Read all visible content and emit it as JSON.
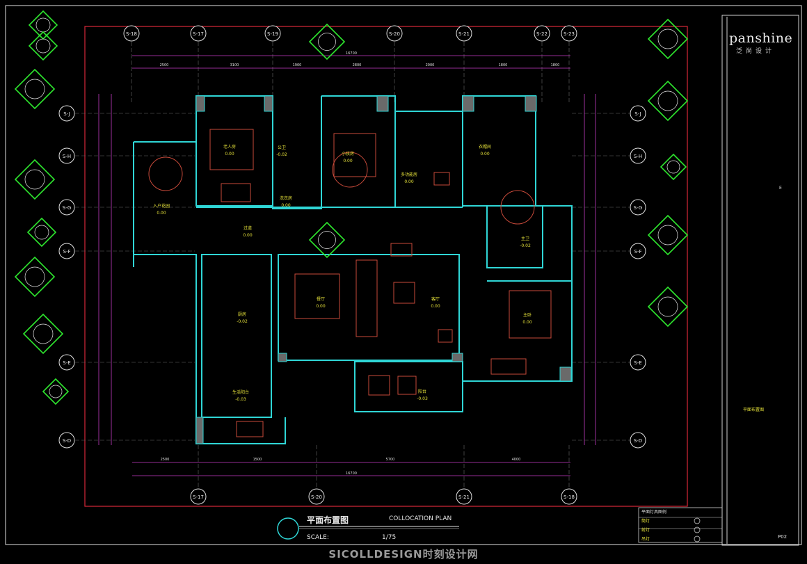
{
  "drawing": {
    "title_zh": "平面布置图",
    "title_en": "COLLOCATION PLAN",
    "scale_label": "SCALE:",
    "scale_value": "1/75",
    "total_dim": "16700"
  },
  "brand": {
    "name": "panshine",
    "sub": "泛尚设计",
    "drawing_name": "平面布置图",
    "sheet_no": "P02",
    "mark": "E"
  },
  "watermark": "SICOLLDESIGN时刻设计网",
  "grid_axes": {
    "top": [
      "S-18",
      "S-17",
      "S-19",
      "S-20",
      "S-21",
      "S-22",
      "S-23"
    ],
    "bottom": [
      "S-17",
      "S-20",
      "S-21",
      "S-18"
    ],
    "left": [
      "S-J",
      "S-H",
      "S-G",
      "S-F",
      "S-E",
      "S-D"
    ],
    "right": [
      "S-J",
      "S-H",
      "S-G",
      "S-F",
      "S-E",
      "S-D"
    ]
  },
  "top_dims": [
    "2500",
    "3100",
    "1900",
    "2800",
    "2900",
    "1800",
    "1800"
  ],
  "bottom_dims": [
    "2500",
    "1500",
    "5700",
    "4000"
  ],
  "rooms": [
    {
      "name": "老人房",
      "level": "0.00"
    },
    {
      "name": "公卫",
      "level": "-0.02"
    },
    {
      "name": "小孩房",
      "level": "0.00"
    },
    {
      "name": "多功能房",
      "level": "0.00"
    },
    {
      "name": "衣帽间",
      "level": "0.00"
    },
    {
      "name": "入户花园",
      "level": "0.00"
    },
    {
      "name": "洗衣房",
      "level": "0.00"
    },
    {
      "name": "过道",
      "level": "0.00"
    },
    {
      "name": "主卫",
      "level": "-0.02"
    },
    {
      "name": "餐厅",
      "level": "0.00"
    },
    {
      "name": "客厅",
      "level": "0.00"
    },
    {
      "name": "厨房",
      "level": "-0.02"
    },
    {
      "name": "主卧",
      "level": "0.00"
    },
    {
      "name": "生活阳台",
      "level": "-0.03"
    },
    {
      "name": "阳台",
      "level": "-0.03"
    }
  ],
  "legend": {
    "title": "平面灯具图例",
    "items": [
      "筒灯",
      "射灯",
      "吊灯"
    ]
  },
  "colors": {
    "frame_red": "#d8283a",
    "wall_cyan": "#2fd6d6",
    "tag_green": "#2ee62e",
    "furniture_red": "#c84a3a",
    "text_yellow": "#e6e23a",
    "dim_magenta": "#c43cc4"
  }
}
